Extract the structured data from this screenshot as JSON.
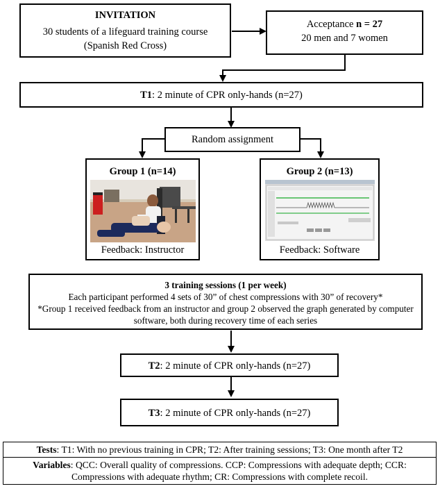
{
  "invitation": {
    "title": "INVITATION",
    "line1": "30 students of a lifeguard training course",
    "line2": "(Spanish Red Cross)"
  },
  "acceptance": {
    "label": "Acceptance ",
    "count": "n = 27",
    "detail": "20 men and 7 women"
  },
  "t1": {
    "tag": "T1",
    "text": ": 2 minute of  CPR only-hands (n=27)"
  },
  "random": {
    "text": "Random assignment"
  },
  "group1": {
    "title": "Group 1 (n=14)",
    "feedback": "Feedback: Instructor",
    "image": "photo of trainee performing CPR on manikin in classroom"
  },
  "group2": {
    "title": "Group 2 (n=13)",
    "feedback": "Feedback: Software",
    "image": "screenshot of CPR feedback software graph"
  },
  "training": {
    "title": "3 training sessions (1 per week)",
    "line1": "Each participant performed 4 sets of 30” of chest compressions with 30” of recovery*",
    "line2": "*Group 1 received feedback from an instructor and group 2 observed the graph generated by computer software, both during recovery time of each series"
  },
  "t2": {
    "tag": "T2",
    "text": ": 2 minute of  CPR only-hands (n=27)"
  },
  "t3": {
    "tag": "T3",
    "text": ": 2 minute of  CPR only-hands (n=27)"
  },
  "legend": {
    "tests_label": "Tests",
    "tests_text": ": T1: With no previous training in CPR; T2: After training sessions; T3: One month after T2",
    "variables_label": "Variables",
    "variables_text": ": QCC: Overall quality of compressions. CCP: Compressions with adequate depth; CCR: Compressions with adequate rhythm; CR: Compressions with complete recoil."
  }
}
